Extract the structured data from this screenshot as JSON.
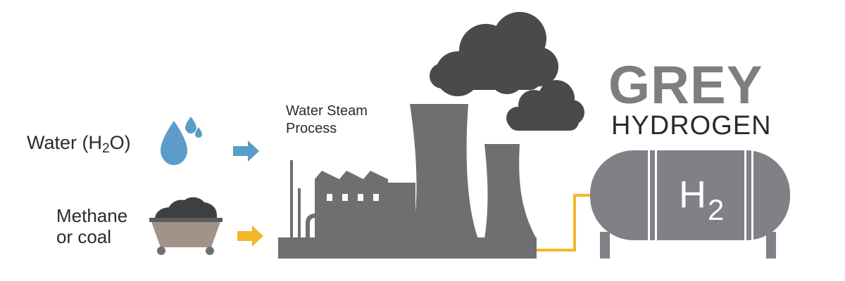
{
  "inputs": {
    "water": {
      "label": "Water (H",
      "subscript": "2",
      "suffix": "O)"
    },
    "methane": {
      "line1": "Methane",
      "line2": "or coal"
    }
  },
  "process": {
    "line1": "Water Steam",
    "line2": "Process"
  },
  "title": {
    "main": "GREY",
    "sub": "HYDROGEN"
  },
  "tank": {
    "symbol": "H",
    "subscript": "2"
  },
  "colors": {
    "factory": "#6e6f71",
    "smoke": "#4a4a4a",
    "water_drop": "#5b9cc9",
    "water_arrow": "#5b9cc9",
    "methane_arrow": "#f3b62b",
    "pipe": "#f3b62b",
    "cart": "#a39286",
    "coal": "#3f3f3f",
    "tank": "#808186",
    "title_grey": "#7d7e80"
  },
  "icons": [
    "water-drop-icon",
    "coal-cart-icon",
    "arrow-right-icon",
    "factory-icon",
    "smoke-cloud-icon",
    "hydrogen-tank-icon"
  ]
}
